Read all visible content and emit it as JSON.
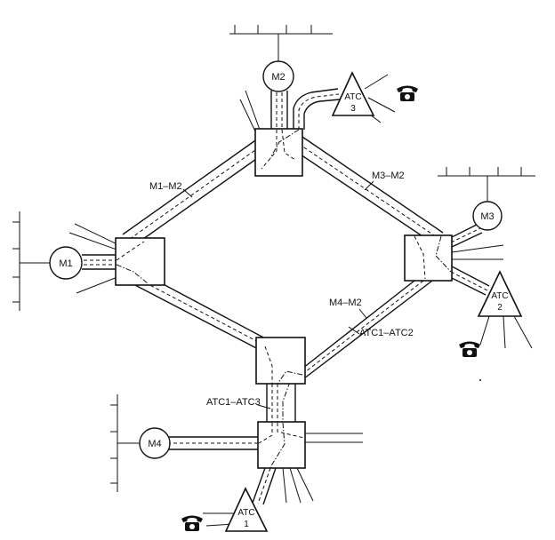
{
  "nodes": {
    "m1": "M1",
    "m2": "M2",
    "m3": "M3",
    "m4": "M4"
  },
  "atcs": {
    "atc1": {
      "name": "ATC",
      "number": "1"
    },
    "atc2": {
      "name": "ATC",
      "number": "2"
    },
    "atc3": {
      "name": "ATC",
      "number": "3"
    }
  },
  "links": {
    "m1_m2": "M1–M2",
    "m3_m2": "M3–M2",
    "m4_m2": "M4–M2",
    "atc1_atc2": "ATC1–ATC2",
    "atc1_atc3": "ATC1–ATC3"
  },
  "icons": {
    "phone": "telephone-icon",
    "bus": "bus-bar-icon"
  },
  "colors": {
    "ink": "#111111",
    "background": "#ffffff"
  }
}
